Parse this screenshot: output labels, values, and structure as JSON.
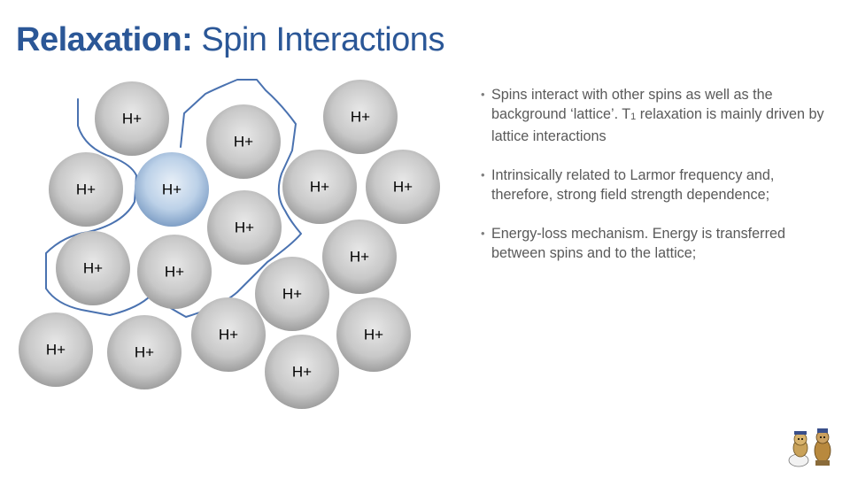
{
  "title": {
    "bold": "Relaxation:",
    "rest": " Spin Interactions"
  },
  "proton_label": "H+",
  "colors": {
    "title": "#2b5797",
    "boundary_line": "#4a72b0",
    "sphere_grey": "#c6c6c6",
    "sphere_highlight": "#b7cde6"
  },
  "bullets": [
    {
      "pre": "Spins interact with other spins as well as the background ‘lattice’. T",
      "sub": "1",
      "post": " relaxation is mainly driven by lattice interactions"
    },
    {
      "pre": "Intrinsically related to Larmor frequency and, therefore, strong field strength dependence;",
      "sub": "",
      "post": ""
    },
    {
      "pre": "Energy-loss mechanism. Energy is transferred between spins and to the lattice;",
      "sub": "",
      "post": ""
    }
  ],
  "mascot_icon": "cartoon-characters-icon"
}
